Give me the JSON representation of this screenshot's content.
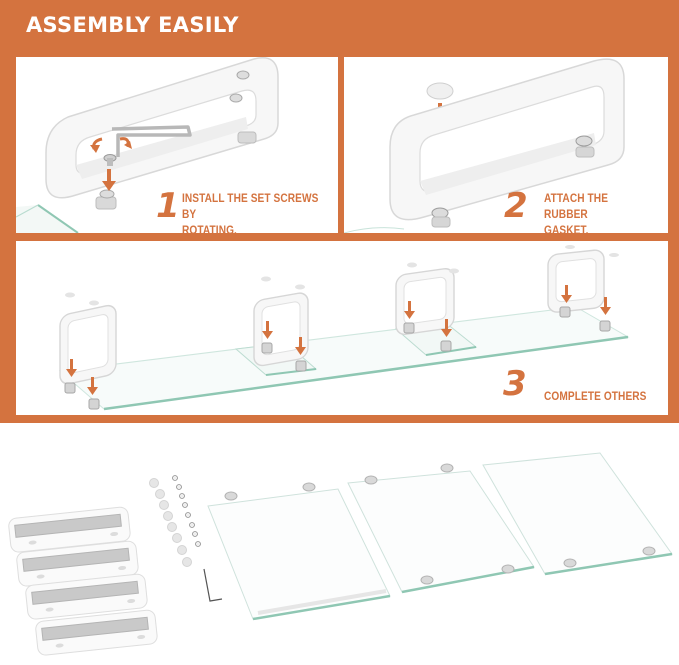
{
  "header": {
    "title": "ASSEMBLY EASILY"
  },
  "colors": {
    "accent": "#d4733f",
    "panel_background": "#ffffff",
    "glass_edge": "#8fc7b3"
  },
  "steps": [
    {
      "number": "1",
      "line1": "INSTALL THE SET SCREWS BY",
      "line2": "ROTATING."
    },
    {
      "number": "2",
      "line1": "ATTACH THE RUBBER",
      "line2": "GASKET."
    },
    {
      "number": "3",
      "line1": "COMPLETE  OTHERS",
      "line2": ""
    }
  ],
  "parts": {
    "brackets_count": 4,
    "gaskets_count": 8,
    "screws_count": 8,
    "glass_panels_count": 3,
    "hex_key_count": 1
  }
}
